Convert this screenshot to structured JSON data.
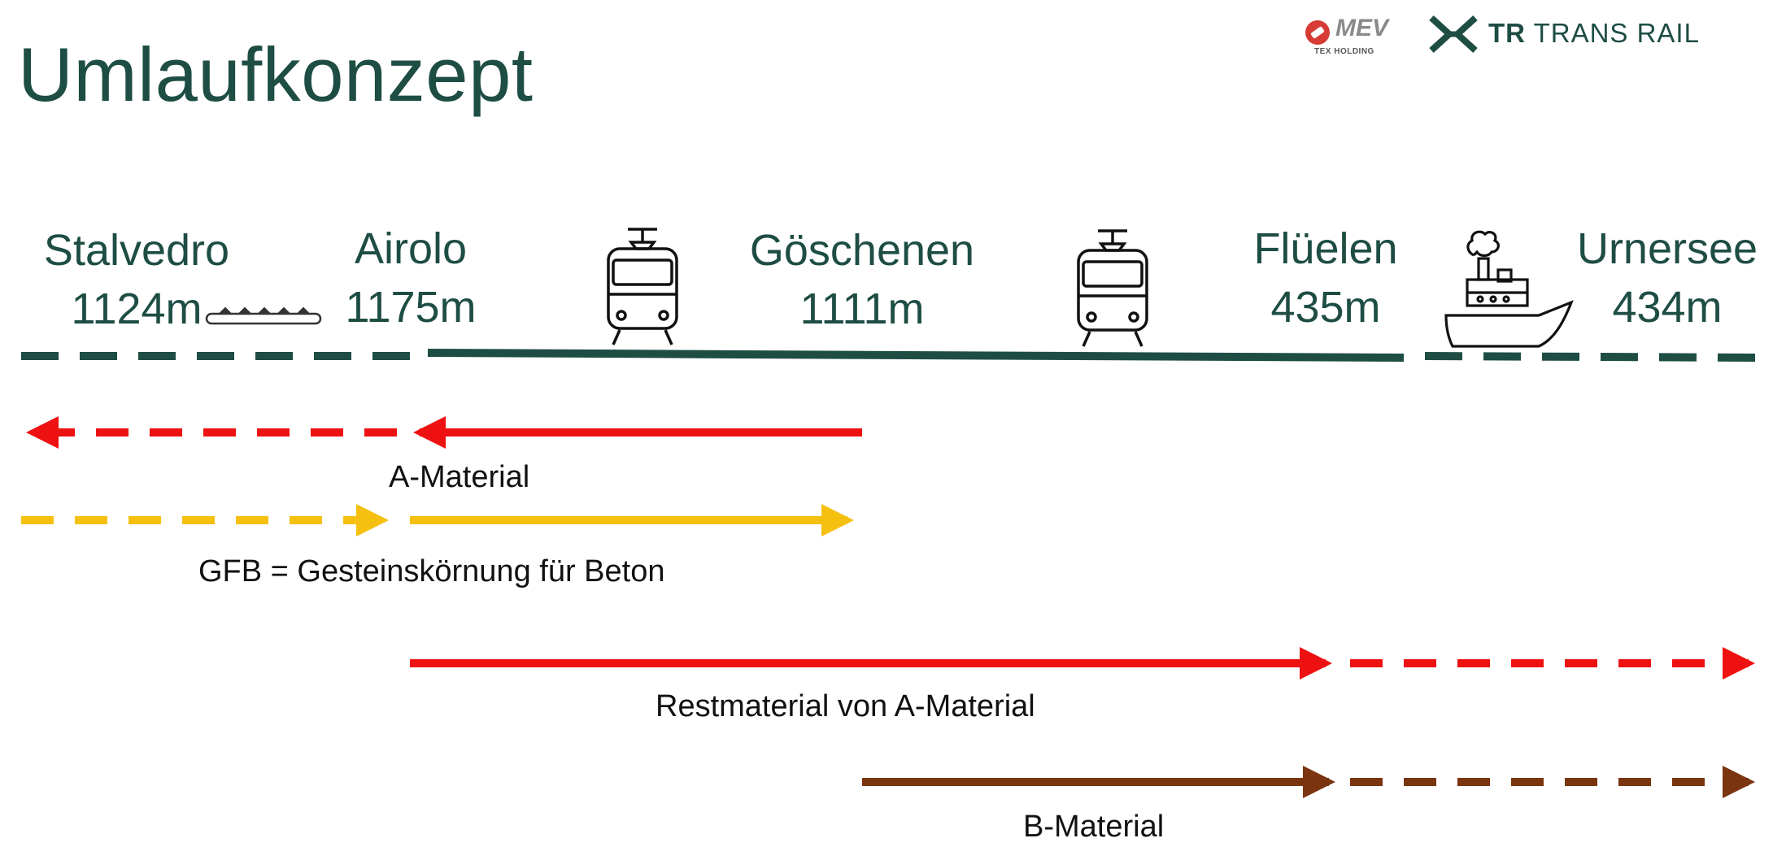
{
  "title": "Umlaufkonzept",
  "logos": {
    "mev": {
      "text": "MEV",
      "subtext": "TEX HOLDING"
    },
    "trans_rail": {
      "bold": "TR",
      "text": "TRANS RAIL"
    }
  },
  "stations": [
    {
      "name": "Stalvedro",
      "altitude": "1124m"
    },
    {
      "name": "Airolo",
      "altitude": "1175m"
    },
    {
      "name": "Göschenen",
      "altitude": "1111m"
    },
    {
      "name": "Flüelen",
      "altitude": "435m"
    },
    {
      "name": "Urnersee",
      "altitude": "434m"
    }
  ],
  "icons": [
    "conveyor-belt-icon",
    "train-icon",
    "train-icon",
    "ship-icon"
  ],
  "flows": [
    {
      "label": "A-Material",
      "color": "#ee1111",
      "direction": "left"
    },
    {
      "label": "GFB = Gesteinskörnung für Beton",
      "color": "#f5c010",
      "direction": "right"
    },
    {
      "label": "Restmaterial von A-Material",
      "color": "#ee1111",
      "direction": "right"
    },
    {
      "label": "B-Material",
      "color": "#7a3510",
      "direction": "right"
    }
  ],
  "colors": {
    "primary": "#1e4d44",
    "red": "#ee1111",
    "yellow": "#f5c010",
    "brown": "#7a3510"
  }
}
